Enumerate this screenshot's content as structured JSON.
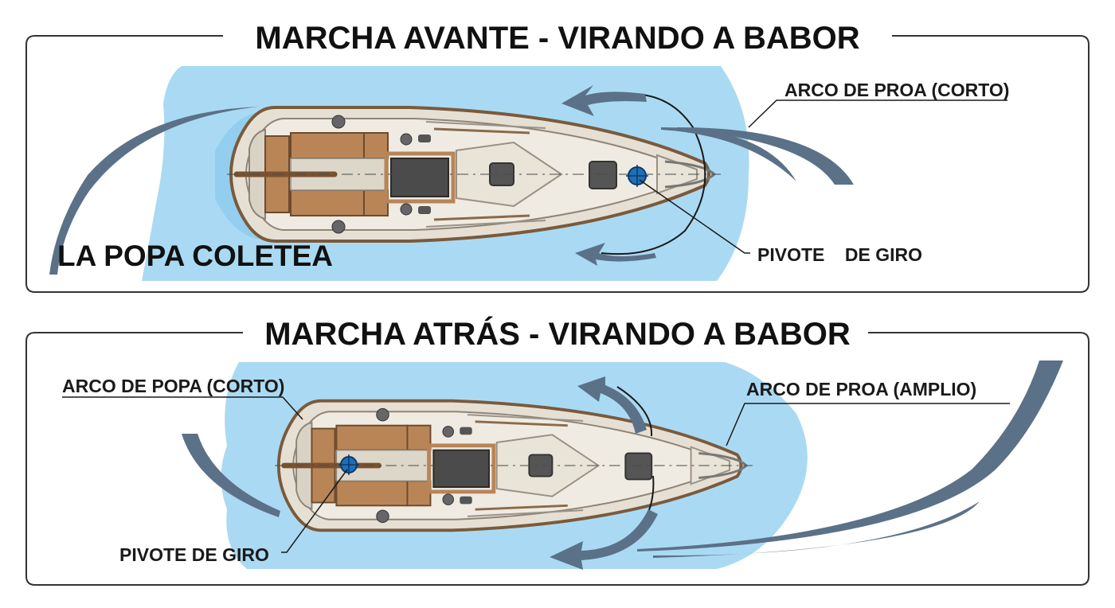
{
  "colors": {
    "water": "#aadaf3",
    "water_dark": "#82c4ea",
    "hull": "#e6e0d4",
    "hull_edge": "#7a5a3c",
    "deck": "#efebe2",
    "teak": "#b98557",
    "arrow": "#5b7188",
    "pivot": "#1f6fb8",
    "frame": "#333333"
  },
  "panels": [
    {
      "title": "MARCHA AVANTE - VIRANDO A BABOR",
      "labels": {
        "bow_arc": "ARCO DE PROA (CORTO)",
        "pivot": "PIVOTE    DE GIRO",
        "stern": "LA POPA COLETEA"
      }
    },
    {
      "title": "MARCHA ATRÁS - VIRANDO A BABOR",
      "labels": {
        "stern_arc": "ARCO DE POPA (CORTO)",
        "bow_arc": "ARCO DE PROA (AMPLIO)",
        "pivot": "PIVOTE DE GIRO"
      }
    }
  ]
}
